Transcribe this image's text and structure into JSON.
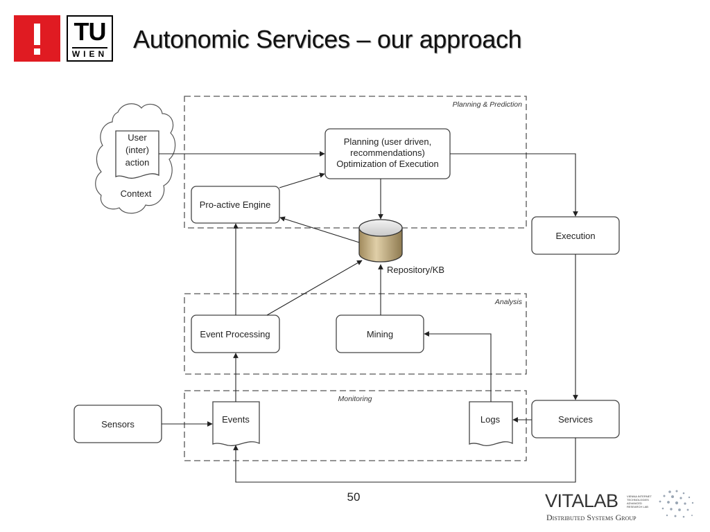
{
  "header": {
    "title": "Autonomic Services – our approach",
    "logo_exclamation": "!",
    "logo_tu": "TU",
    "logo_wien": "WIEN"
  },
  "diagram": {
    "regions": {
      "planning": "Planning & Prediction",
      "analysis": "Analysis",
      "monitoring": "Monitoring"
    },
    "nodes": {
      "user_action": [
        "User",
        "(inter)",
        "action"
      ],
      "context": "Context",
      "planning": [
        "Planning (user driven,",
        "recommendations)",
        "Optimization of Execution"
      ],
      "proactive_engine": "Pro-active Engine",
      "repository": "Repository/KB",
      "execution": "Execution",
      "event_processing": "Event Processing",
      "mining": "Mining",
      "sensors": "Sensors",
      "events": "Events",
      "logs": "Logs",
      "services": "Services"
    }
  },
  "footer": {
    "page_number": "50",
    "vitalab": {
      "wordmark": "VITALAB",
      "small_text": "VIENNA INTERNET TECHNOLOGIES ADVANCED RESEARCH LAB",
      "group": "Distributed Systems Group"
    }
  },
  "colors": {
    "tu_red": "#e01b22",
    "repository_top": "#d9d9d9",
    "repository_body": "#c8b48a"
  }
}
